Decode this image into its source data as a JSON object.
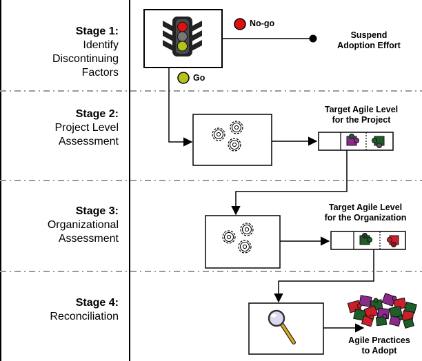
{
  "stages": [
    {
      "title": "Stage 1:",
      "lines": [
        "Identify",
        "Discontinuing",
        "Factors"
      ]
    },
    {
      "title": "Stage 2:",
      "lines": [
        "Project Level",
        "Assessment"
      ]
    },
    {
      "title": "Stage 3:",
      "lines": [
        "Organizational",
        "Assessment"
      ]
    },
    {
      "title": "Stage 4:",
      "lines": [
        "Reconciliation"
      ]
    }
  ],
  "labels": {
    "no_go": "No-go",
    "go": "Go",
    "suspend": [
      "Suspend",
      "Adoption Effort"
    ],
    "target_project": [
      "Target Agile Level",
      "for the Project"
    ],
    "target_org": [
      "Target Agile Level",
      "for the Organization"
    ],
    "practices": [
      "Agile Practices",
      "to Adopt"
    ]
  },
  "icons": {
    "traffic_light": "traffic-light-icon",
    "gears": "gears-icon",
    "magnifier": "magnifying-glass-icon",
    "puzzle": "puzzle-piece-icon"
  },
  "colors": {
    "no_go": "#dd1111",
    "go": "#b6c21c",
    "puzzle_purple": "#8a2a8a",
    "puzzle_green": "#1f5e2a",
    "puzzle_red": "#cc1f2a"
  }
}
